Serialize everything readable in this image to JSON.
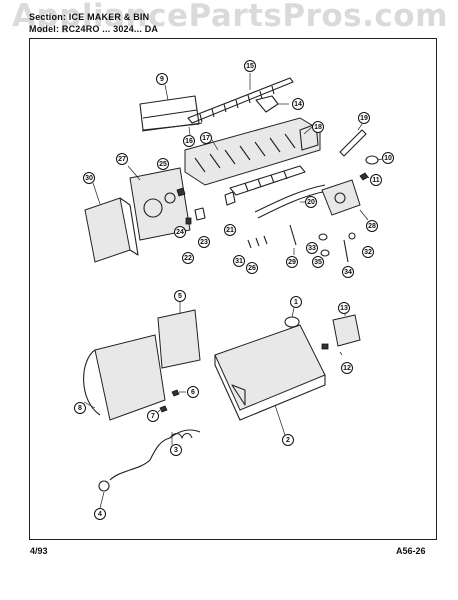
{
  "header": {
    "section_line": "Section: ICE MAKER & BIN",
    "model_line": "Model: RC24RO ... 3024... DA"
  },
  "watermark": "AppliancePartsPros.com",
  "footer": {
    "date": "4/93",
    "page_code": "A56-26"
  },
  "callouts": [
    {
      "id": "c1",
      "label": "1"
    },
    {
      "id": "c2",
      "label": "2"
    },
    {
      "id": "c3",
      "label": "3"
    },
    {
      "id": "c4",
      "label": "4"
    },
    {
      "id": "c5",
      "label": "5"
    },
    {
      "id": "c6",
      "label": "6"
    },
    {
      "id": "c7",
      "label": "7"
    },
    {
      "id": "c8",
      "label": "8"
    },
    {
      "id": "c9",
      "label": "9"
    },
    {
      "id": "c10",
      "label": "10"
    },
    {
      "id": "c11",
      "label": "11"
    },
    {
      "id": "c12",
      "label": "12"
    },
    {
      "id": "c13",
      "label": "13"
    },
    {
      "id": "c14",
      "label": "14"
    },
    {
      "id": "c15",
      "label": "15"
    },
    {
      "id": "c16",
      "label": "16"
    },
    {
      "id": "c17",
      "label": "17"
    },
    {
      "id": "c18",
      "label": "18"
    },
    {
      "id": "c19",
      "label": "19"
    },
    {
      "id": "c20",
      "label": "20"
    },
    {
      "id": "c21",
      "label": "21"
    },
    {
      "id": "c22",
      "label": "22"
    },
    {
      "id": "c23",
      "label": "23"
    },
    {
      "id": "c24",
      "label": "24"
    },
    {
      "id": "c25",
      "label": "25"
    },
    {
      "id": "c26",
      "label": "26"
    },
    {
      "id": "c27",
      "label": "27"
    },
    {
      "id": "c28",
      "label": "28"
    },
    {
      "id": "c29",
      "label": "29"
    },
    {
      "id": "c30",
      "label": "30"
    },
    {
      "id": "c31",
      "label": "31"
    },
    {
      "id": "c32",
      "label": "32"
    },
    {
      "id": "c33",
      "label": "33"
    },
    {
      "id": "c34",
      "label": "34"
    },
    {
      "id": "c35",
      "label": "35"
    }
  ]
}
